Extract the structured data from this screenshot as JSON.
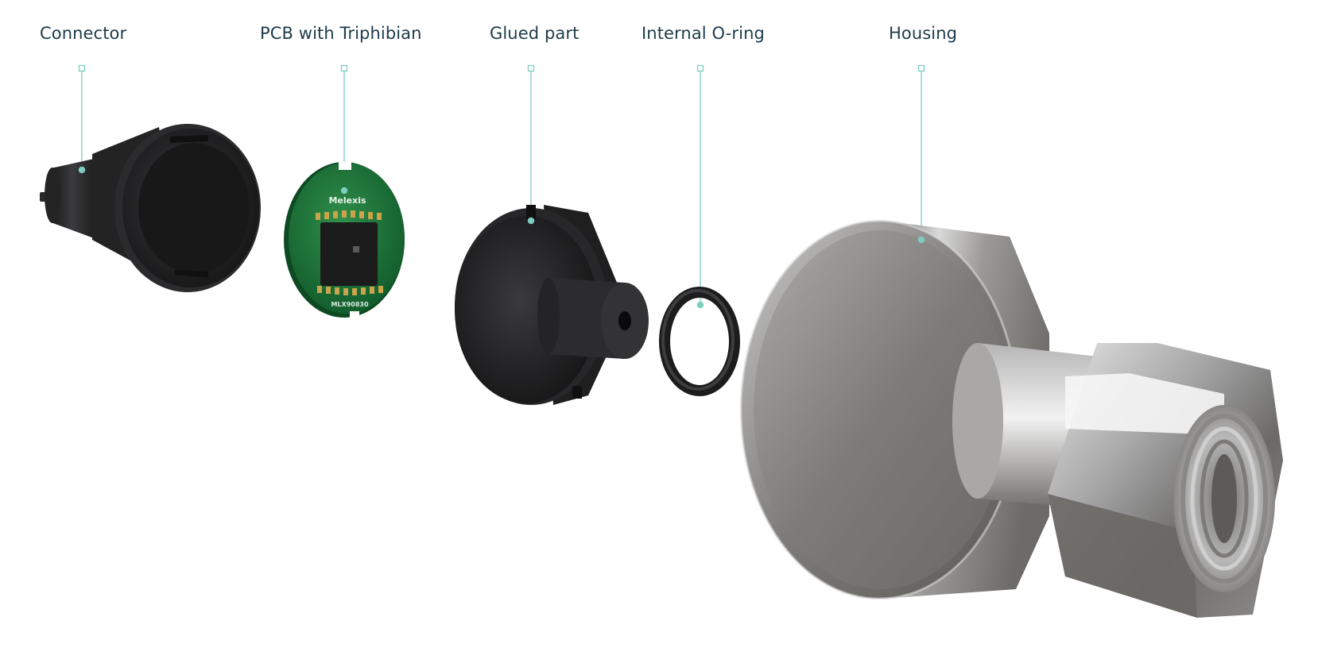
{
  "diagram": {
    "type": "exploded-view",
    "accent_color": "#7fcdc2",
    "label_color": "#1d3b48",
    "components": [
      {
        "id": "connector",
        "label": "Connector"
      },
      {
        "id": "pcb",
        "label": "PCB with Triphibian"
      },
      {
        "id": "glued",
        "label": "Glued part"
      },
      {
        "id": "oring",
        "label": "Internal O-ring"
      },
      {
        "id": "housing",
        "label": "Housing"
      }
    ],
    "pcb_markings": {
      "brand": "Melexis",
      "part": "MLX90830"
    }
  }
}
